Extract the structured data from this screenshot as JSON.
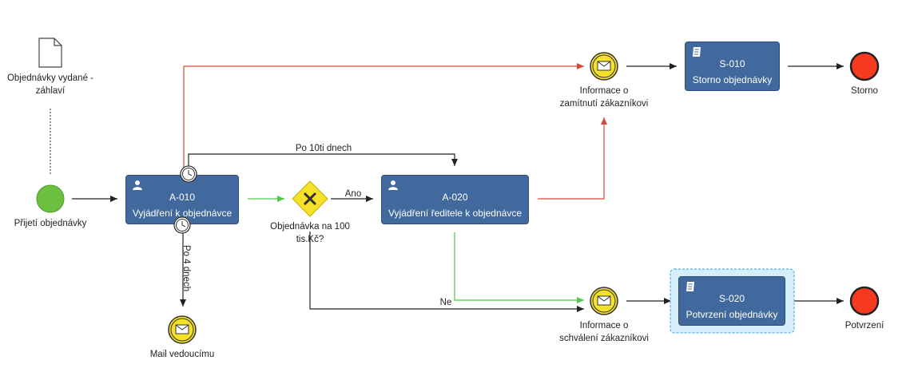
{
  "diagram": {
    "artifact": {
      "label_line1": "Objednávky vydané -",
      "label_line2": "záhlaví",
      "icon": "document-icon"
    },
    "start_event": {
      "label": "Přijetí objednávky",
      "color": "#6cc040"
    },
    "tasks": [
      {
        "key": "a010",
        "id": "A-010",
        "name": "Vyjádření k objednávce",
        "icon": "user-icon"
      },
      {
        "key": "a020",
        "id": "A-020",
        "name": "Vyjádření ředitele k objednávce",
        "icon": "user-icon"
      },
      {
        "key": "s010",
        "id": "S-010",
        "name": "Storno objednávky",
        "icon": "script-icon"
      },
      {
        "key": "s020",
        "id": "S-020",
        "name": "Potvrzení objednávky",
        "icon": "script-icon"
      }
    ],
    "gateway": {
      "label_line1": "Objednávka na 100",
      "label_line2": "tis.Kč?",
      "icon": "exclusive-gateway-icon",
      "color": "#f5e02a"
    },
    "message_events": {
      "reject": {
        "label_line1": "Informace o",
        "label_line2": "zamítnutí zákazníkovi"
      },
      "approve": {
        "label_line1": "Informace o",
        "label_line2": "schválení zákazníkovi"
      },
      "manager": {
        "label": "Mail vedoucímu"
      }
    },
    "end_events": {
      "storno": {
        "label": "Storno"
      },
      "confirm": {
        "label": "Potvrzení"
      }
    },
    "flow_labels": {
      "timer_top": "Po 10ti dnech",
      "yes": "Ano",
      "no": "Ne",
      "timer_bottom": "Po 4 dnech"
    },
    "colors": {
      "task_fill": "#41699d",
      "message_fill": "#f5e02a",
      "end_fill": "#f53a1f",
      "flow_red": "#d9463a",
      "flow_green": "#4cc94c",
      "flow_black": "#222222"
    }
  }
}
